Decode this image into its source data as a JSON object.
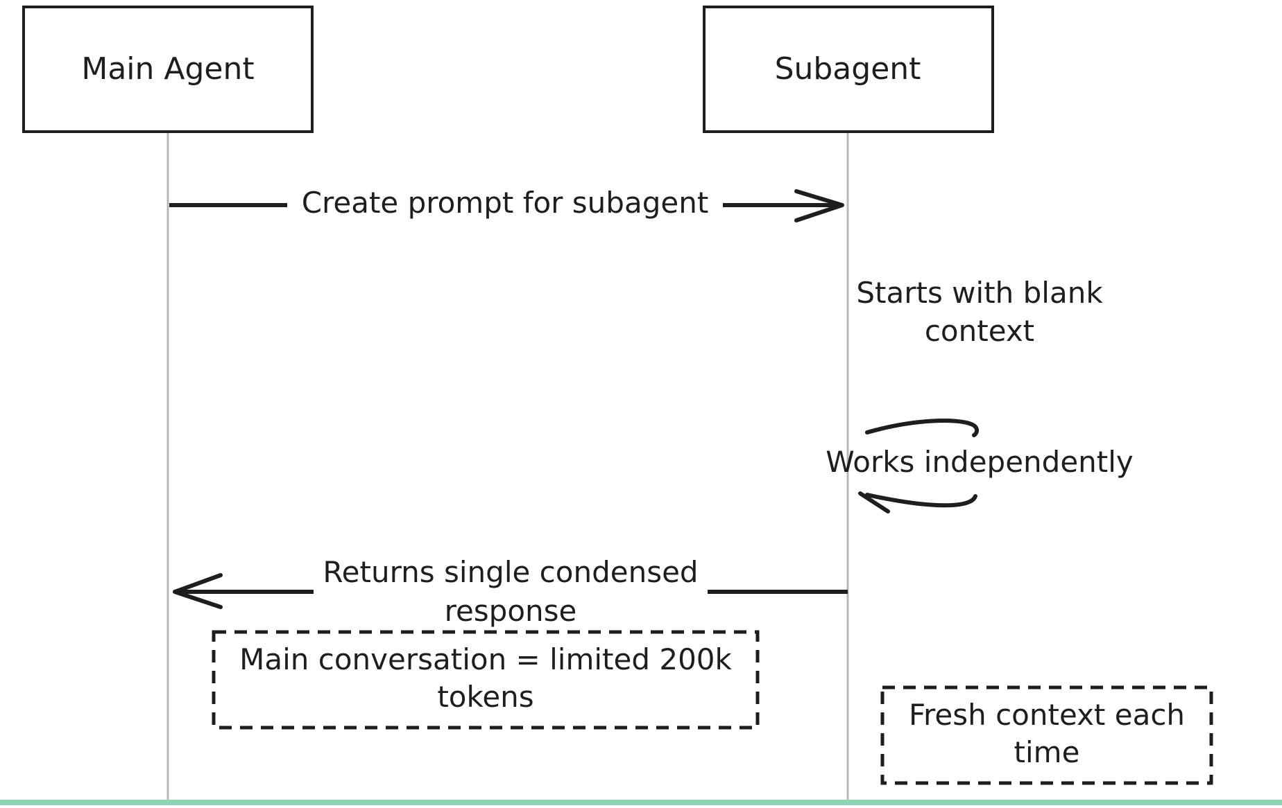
{
  "diagram": {
    "type": "sequence",
    "actors": [
      {
        "id": "main",
        "label": "Main Agent"
      },
      {
        "id": "sub",
        "label": "Subagent"
      }
    ],
    "messages": [
      {
        "from": "main",
        "to": "sub",
        "label": "Create prompt for subagent"
      },
      {
        "from": "sub",
        "to": "sub",
        "self_note_lines": [
          "Starts with blank",
          "context"
        ]
      },
      {
        "from": "sub",
        "to": "sub",
        "label": "Works independently"
      },
      {
        "from": "sub",
        "to": "main",
        "label_lines": [
          "Returns single condensed",
          "response"
        ]
      }
    ],
    "notes": [
      {
        "anchor": "between",
        "lines": [
          "Main conversation = limited 200k",
          "tokens"
        ]
      },
      {
        "anchor": "right-of-sub",
        "lines": [
          "Fresh context each",
          "time"
        ]
      }
    ]
  },
  "colors": {
    "stroke": "#1e1e1e",
    "lifeline": "#b8b8b8",
    "background": "#ffffff",
    "bottom_bar": "#8fd3b3"
  }
}
